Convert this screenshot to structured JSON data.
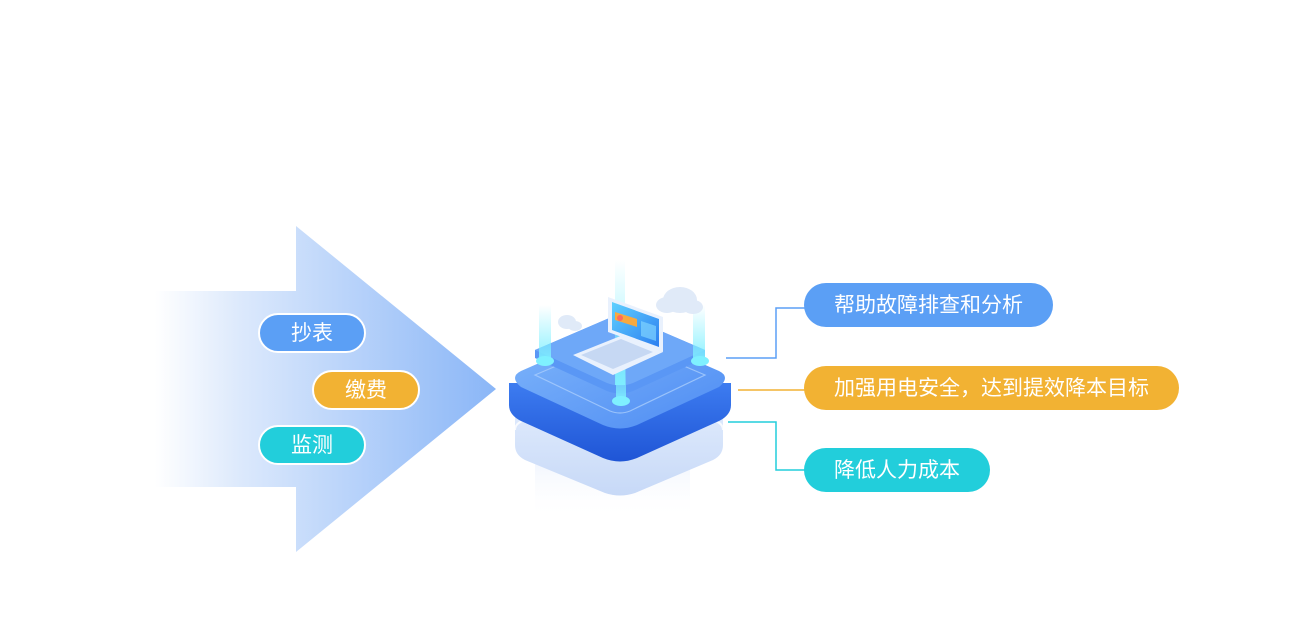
{
  "inputs": [
    {
      "label": "抄表",
      "color": "#5b9ff5"
    },
    {
      "label": "缴费",
      "color": "#f2b233"
    },
    {
      "label": "监测",
      "color": "#22cedb"
    }
  ],
  "outcomes": [
    {
      "label": "帮助故障排查和分析",
      "color": "#5b9ff5"
    },
    {
      "label": "加强用电安全，达到提效降本目标",
      "color": "#f2b233"
    },
    {
      "label": "降低人力成本",
      "color": "#22cedb"
    }
  ],
  "colors": {
    "arrow_start": "#ffffff",
    "arrow_end": "#8fbaf7",
    "platform_top": "#5d9bf6",
    "platform_side": "#2f6fe8",
    "platform_base": "#dce8fb",
    "glow": "#7ff0ff"
  },
  "icons": {
    "center": "laptop-on-platform-illustration",
    "clouds": "cloud-icon"
  }
}
